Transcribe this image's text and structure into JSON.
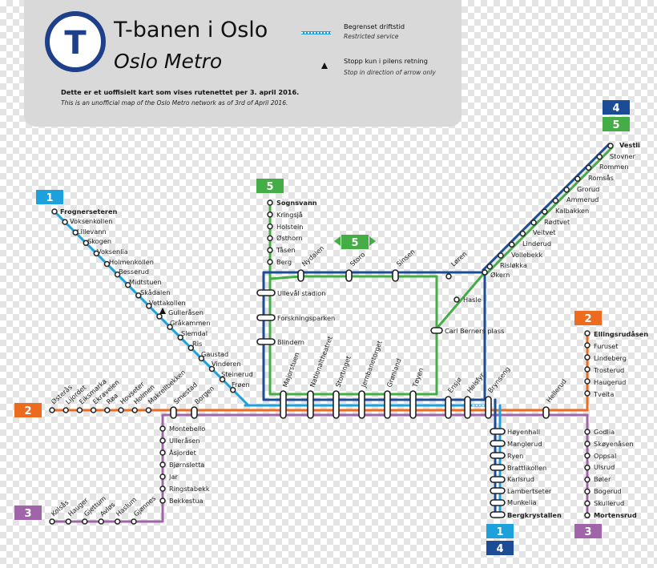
{
  "header": {
    "title": "T-banen i Oslo",
    "subtitle": "Oslo Metro",
    "logo_letter": "T",
    "note": "Dette er et uoffisielt kart som vises rutenettet per 3. april 2016.",
    "note_en": "This is an unofficial map of the Oslo Metro network as of 3rd of April 2016."
  },
  "legend": {
    "restricted": "Begrenset driftstid",
    "restricted_en": "Restricted service",
    "arrow": "Stopp kun i pilens retning",
    "arrow_en": "Stop in direction of arrow only"
  },
  "colors": {
    "line1": "#1da1dc",
    "line2": "#ec6b1f",
    "line3": "#a065a9",
    "line4": "#1c4c96",
    "line5": "#44ad45",
    "logo": "#1e3f8a",
    "panel": "#d9d9d9"
  },
  "badges": {
    "line1": "1",
    "line2": "2",
    "line3": "3",
    "line4": "4",
    "line5": "5"
  },
  "stations": {
    "frognerseteren": "Frognerseteren",
    "voksenkollen": "Voksenkollen",
    "lillevann": "Lillevann",
    "skogen": "Skogen",
    "voksenlia": "Voksenlia",
    "holmenkollen": "Holmenkollen",
    "besserud": "Besserud",
    "midtstuen": "Midtstuen",
    "skadalen": "Skådalen",
    "vettakollen": "Vettakollen",
    "gulleraasen": "Gulleråsen",
    "grakammen": "Gråkammen",
    "slemdal": "Slemdal",
    "ris": "Ris",
    "gaustad": "Gaustad",
    "vinderen": "Vinderen",
    "steinerud": "Steinerud",
    "froen": "Frøen",
    "ostaras": "Østerås",
    "ljabru_lijordet": "Lijordet",
    "eiksmarka": "Eiksmarka",
    "ekraveien": "Ekraveien",
    "roa": "Røa",
    "hovseter": "Hovseter",
    "holmen": "Holmen",
    "makrellbekken": "Makrellbekken",
    "smestad": "Smestad",
    "borgen": "Borgen",
    "montebello": "Montebello",
    "ulleraasen": "Ulleråsen",
    "asjordet": "Åsjordet",
    "bjornsletta": "Bjørnsletta",
    "jar": "Jar",
    "ringstabekk": "Ringstabekk",
    "bekkestua": "Bekkestua",
    "kolsas": "Kolsås",
    "hauger": "Hauger",
    "gjettum": "Gjettum",
    "avloes": "Avløs",
    "haslum": "Haslum",
    "gjonnes": "Gjønnes",
    "sognsvann": "Sognsvann",
    "kringsja": "Kringsjå",
    "holstein": "Holstein",
    "ostshorn": "Østhorn",
    "tasen": "Tåsen",
    "berg": "Berg",
    "nydalen": "Nydalen",
    "storo": "Storo",
    "sinsen": "Sinsen",
    "loren": "Løren",
    "ulleval": "Ullevål stadion",
    "forskningsparken": "Forskningsparken",
    "blindern": "Blindern",
    "majorstuen": "Majorstuen",
    "nationaltheatret": "Nationaltheatret",
    "stortinget": "Stortinget",
    "jernbanetorget": "Jernbanetorget",
    "gronland": "Grønland",
    "toyen": "Tøyen",
    "ensjo": "Ensjø",
    "helsfyr": "Helsfyr",
    "brynseng": "Brynseng",
    "hellerud": "Hellerud",
    "carl_berner": "Carl Berners plass",
    "hasle": "Hasle",
    "okern": "Økern",
    "vestli": "Vestli",
    "stovner": "Stovner",
    "rommen": "Rommen",
    "romsas": "Romsås",
    "grorud": "Grorud",
    "ammerud": "Ammerud",
    "kalbakken": "Kalbakken",
    "rodtvet": "Rødtvet",
    "veitvet": "Veitvet",
    "linderud": "Linderud",
    "vollebekk": "Vollebekk",
    "risloekka": "Risløkka",
    "ellingsrudasen": "Ellingsrudåsen",
    "furuset": "Furuset",
    "lindeberg": "Lindeberg",
    "trosterud": "Trosterud",
    "haugerud": "Haugerud",
    "tveita": "Tveita",
    "godlia": "Godlia",
    "skoyenasen": "Skøyenåsen",
    "oppsal": "Oppsal",
    "ulsrud": "Ulsrud",
    "boler": "Bøler",
    "bogerud": "Bogerud",
    "skullerud": "Skullerud",
    "mortensrud": "Mortensrud",
    "hoyenhall": "Høyenhall",
    "manglerud": "Manglerud",
    "ryen": "Ryen",
    "brattlikollen": "Brattlikollen",
    "karlsrud": "Karlsrud",
    "lambertseter": "Lambertseter",
    "munkelia": "Munkelia",
    "bergkrystallen": "Bergkrystallen"
  }
}
